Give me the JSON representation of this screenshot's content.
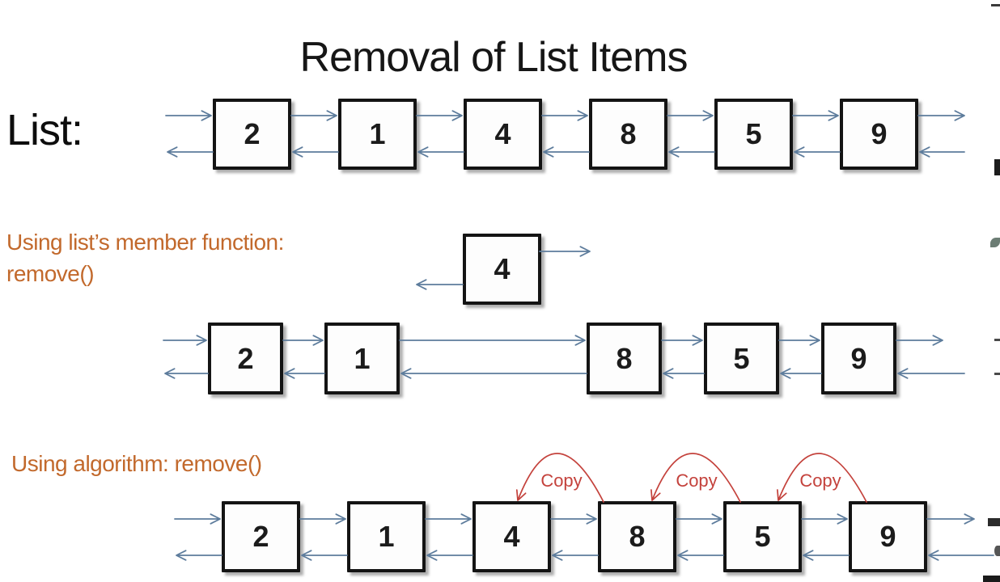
{
  "title": "Removal of List Items",
  "sections": [
    {
      "label": "List:",
      "nodes": [
        "2",
        "1",
        "4",
        "8",
        "5",
        "9"
      ]
    },
    {
      "caption": "Using list’s member function:",
      "caption_line2": "remove()",
      "removed_node": "4",
      "nodes": [
        "2",
        "1",
        "8",
        "5",
        "9"
      ]
    },
    {
      "caption": "Using algorithm: remove()",
      "nodes": [
        "2",
        "1",
        "4",
        "8",
        "5",
        "9"
      ],
      "copy_labels": [
        "Copy",
        "Copy",
        "Copy"
      ]
    }
  ],
  "colors": {
    "arrow": "#5d7c9c",
    "accent_text": "#c2692c",
    "copy_red": "#c4423c",
    "box_border": "#141414",
    "title_text": "#161616"
  }
}
